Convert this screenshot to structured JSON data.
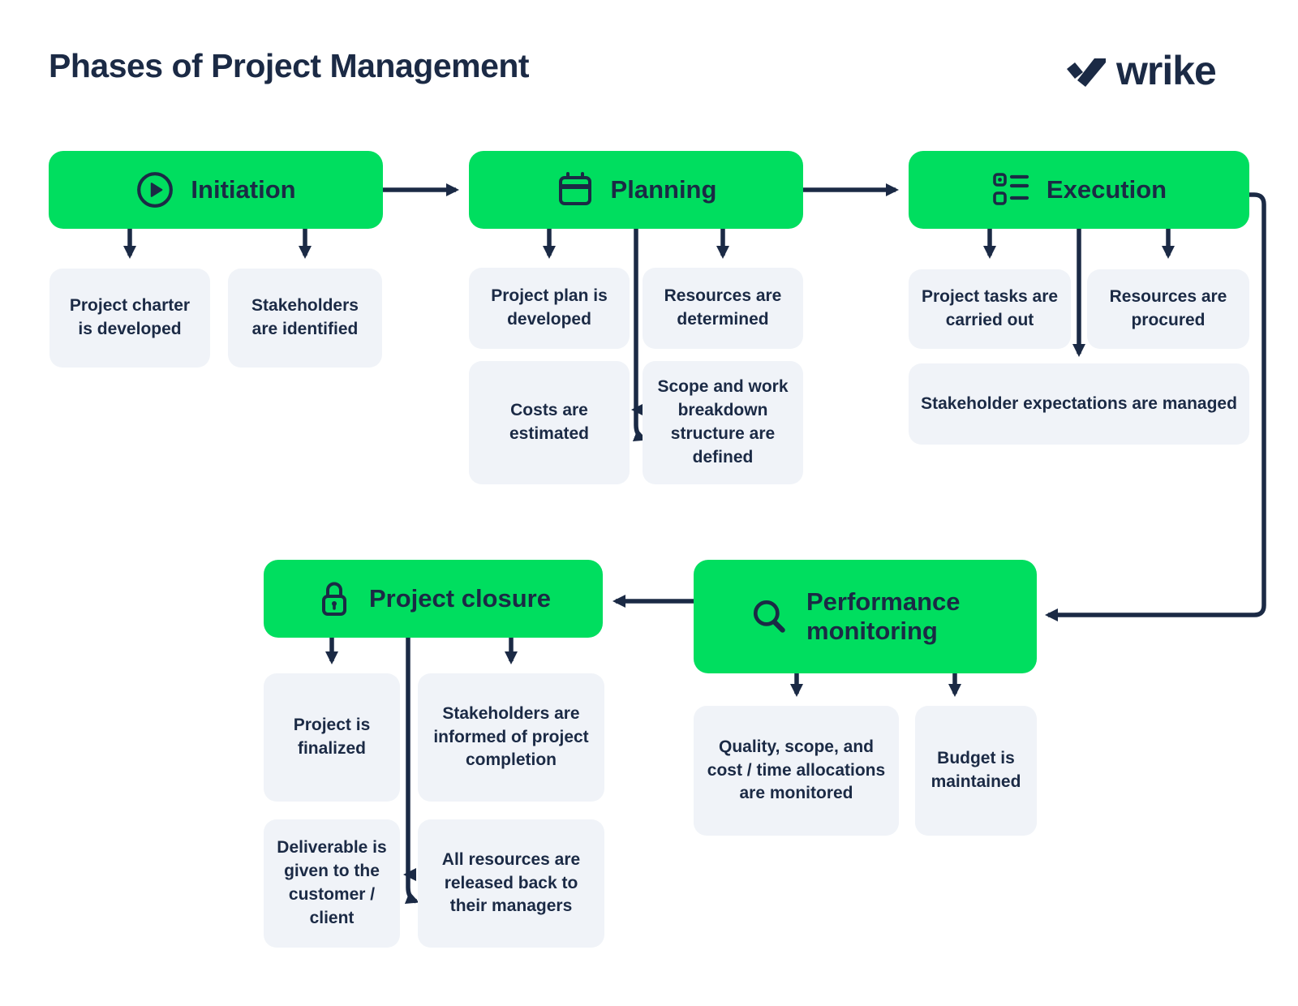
{
  "title": "Phases of Project Management",
  "logo": {
    "text": "wrike",
    "icon": "wrike-checkmark-icon"
  },
  "colors": {
    "green": "#00DE5F",
    "navy": "#1B2A45",
    "panel": "#F0F3F8"
  },
  "phases": [
    {
      "label": "Initiation",
      "icon": "play-circle-icon"
    },
    {
      "label": "Planning",
      "icon": "calendar-icon"
    },
    {
      "label": "Execution",
      "icon": "checklist-icon"
    },
    {
      "label": "Project closure",
      "icon": "lock-icon"
    },
    {
      "label": "Performance monitoring",
      "icon": "magnifier-icon"
    }
  ],
  "tasks": {
    "initiation": [
      "Project charter is developed",
      "Stakeholders are identified"
    ],
    "planning": [
      "Project plan is developed",
      "Resources are determined",
      "Costs are estimated",
      "Scope and work breakdown structure are defined"
    ],
    "execution": [
      "Project tasks are carried out",
      "Resources are procured",
      "Stakeholder expectations are managed"
    ],
    "closure": [
      "Project is finalized",
      "Stakeholders are informed of project completion",
      "Deliverable is given to the customer / client",
      "All resources are released back to their managers"
    ],
    "monitoring": [
      "Quality, scope, and cost / time allocations are monitored",
      "Budget is maintained"
    ]
  }
}
